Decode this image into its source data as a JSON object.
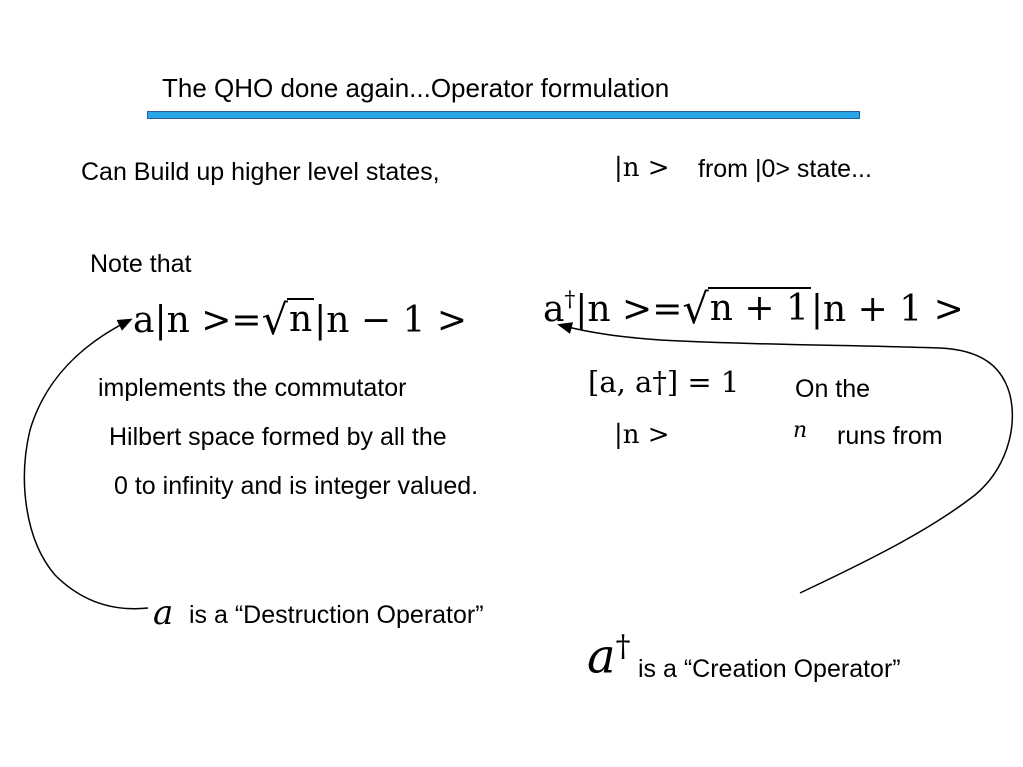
{
  "title": "The QHO done again...Operator formulation",
  "colors": {
    "accent_bar": "#29a6e8",
    "accent_bar_border": "#2a5d9e",
    "text": "#000000",
    "background": "#ffffff"
  },
  "body": {
    "line1_text": "Can Build up higher level states,",
    "ket_n": "|n >",
    "line1_suffix": "from |0> state...",
    "note_that": "Note that",
    "eq_lower": {
      "lhs": "a|n >=",
      "sqrt_arg": "n",
      "rhs": "|n − 1 >"
    },
    "eq_raise": {
      "lhs_op": "a",
      "dagger": "†",
      "lhs_ket": "|n >=",
      "sqrt_arg": "n + 1",
      "rhs": "|n + 1 >"
    },
    "implements": "implements the commutator",
    "commutator": "[a, a†] = 1",
    "on_the": "On the",
    "hilbert": "Hilbert space formed by all the",
    "ket_n_2": "|n >",
    "n_symbol": "n",
    "runs_from": "runs from",
    "zero_to_inf": "0 to infinity and is integer valued.",
    "destruction_symbol": "a",
    "destruction_text": "is a “Destruction Operator”",
    "creation_symbol": "a",
    "creation_dagger": "†",
    "creation_text": "is a “Creation Operator”"
  }
}
